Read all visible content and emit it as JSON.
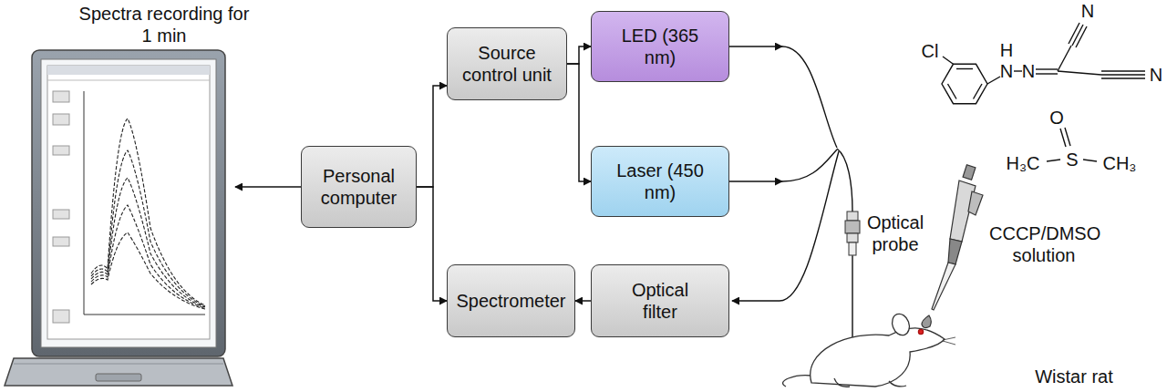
{
  "diagram": {
    "nodes": [
      {
        "text": [
          "Source control unit"
        ]
      },
      {
        "text": [
          "LED (365 nm)"
        ]
      },
      {
        "text": [
          "Laser (450 nm)"
        ]
      },
      {
        "text": [
          "Personal computer"
        ]
      },
      {
        "text": [
          "Spectrometer"
        ]
      },
      {
        "text": [
          "Optical filter"
        ]
      }
    ],
    "edges": [
      {
        "from": 3,
        "to": 0,
        "arrow": "to"
      },
      {
        "from": 0,
        "to": 1,
        "arrow": "to"
      },
      {
        "from": 0,
        "to": 2,
        "arrow": "to"
      },
      {
        "from": 3,
        "to": 4,
        "arrow": "to"
      },
      {
        "from": 5,
        "to": 4,
        "arrow": "to"
      }
    ],
    "labels": [
      "Spectra recording for 1 min",
      "N",
      "N",
      "H",
      "Cl",
      "N",
      "N",
      "O",
      "H₃C",
      "S",
      "CH₃",
      "Optical probe",
      "CCCP/DMSO solution",
      "Wistar rat"
    ]
  }
}
